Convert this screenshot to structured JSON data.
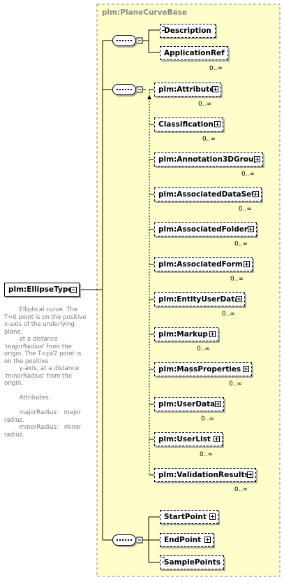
{
  "root": {
    "label": "plm:EllipseType"
  },
  "group": {
    "label": "plm:PlaneCurveBase"
  },
  "documentation": "        Elliptical curve. The T=0 point is on the positive x-axis of the underlying plane,\n        at a distance 'majorRadius' from the origin. The T=pi/2 point is on the positive\n        y-axis, at a distance 'minorRadius' from the origin.\n\n        Attributes:\n\n        majorRadius:   major radius.\n        minorRadius:   minor radius.",
  "sequence1": {
    "items": [
      {
        "label": "Description",
        "cardinality": ""
      },
      {
        "label": "ApplicationRef",
        "cardinality": "0..∞"
      }
    ]
  },
  "choice": {
    "items": [
      {
        "label": "plm:Attribute",
        "cardinality": "0..∞"
      },
      {
        "label": "Classification",
        "cardinality": "0..∞"
      },
      {
        "label": "plm:Annotation3DGroup",
        "cardinality": "0..∞"
      },
      {
        "label": "plm:AssociatedDataSet",
        "cardinality": "0..∞"
      },
      {
        "label": "plm:AssociatedFolder",
        "cardinality": "0..∞"
      },
      {
        "label": "plm:AssociatedForm",
        "cardinality": "0..∞"
      },
      {
        "label": "plm:EntityUserData",
        "cardinality": "0..∞"
      },
      {
        "label": "plm:Markup",
        "cardinality": "0..∞"
      },
      {
        "label": "plm:MassProperties",
        "cardinality": "0..∞"
      },
      {
        "label": "plm:UserData",
        "cardinality": "0..∞"
      },
      {
        "label": "plm:UserList",
        "cardinality": "0..∞"
      },
      {
        "label": "plm:ValidationResults",
        "cardinality": "0..∞"
      }
    ]
  },
  "sequence3": {
    "items": [
      {
        "label": "StartPoint",
        "cardinality": ""
      },
      {
        "label": "EndPoint",
        "cardinality": ""
      },
      {
        "label": "SamplePoints",
        "cardinality": ""
      }
    ]
  }
}
